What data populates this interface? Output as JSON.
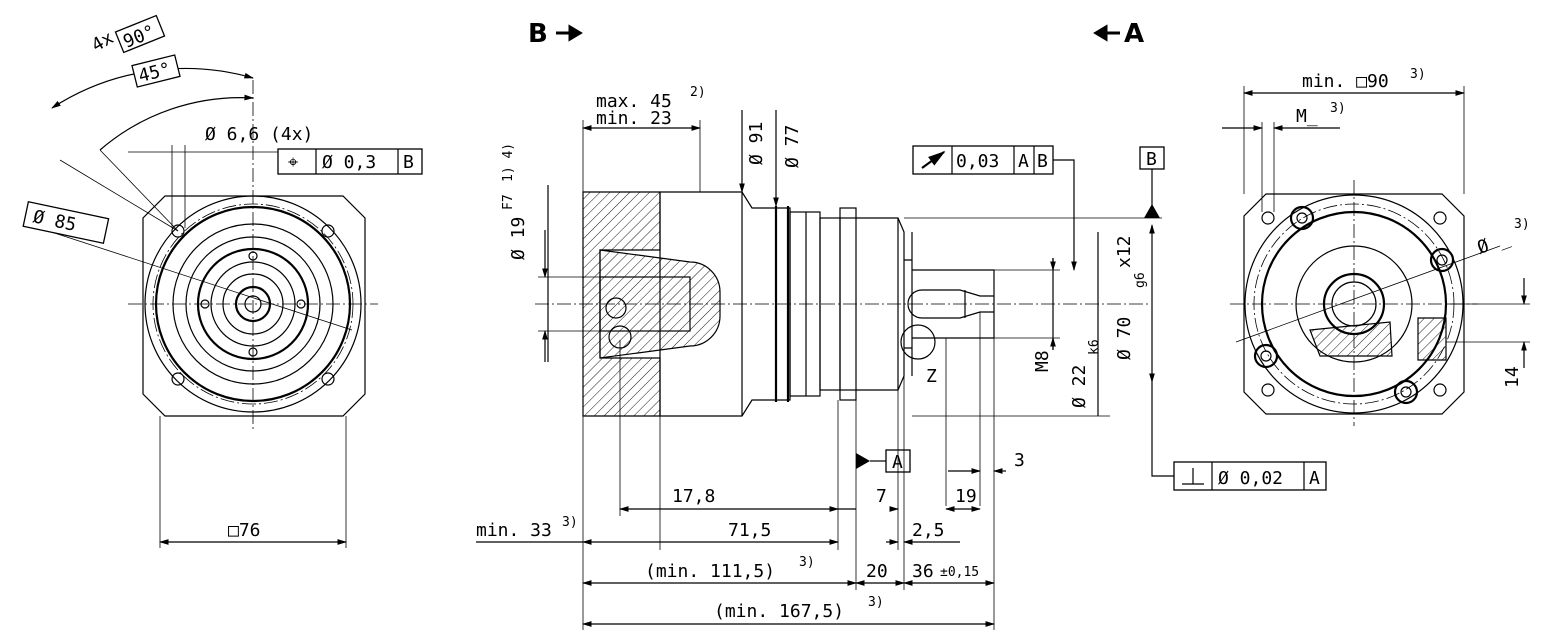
{
  "view_labels": {
    "b": "B",
    "a": "A",
    "z": "Z"
  },
  "left_view": {
    "angle_count": "4x",
    "angle_90": "90°",
    "angle_45": "45°",
    "hole_dia": "Ø 6,6 (4x)",
    "position_tolerance": {
      "symbol": "⌖",
      "value": "Ø 0,3",
      "datum": "B"
    },
    "bolt_circle": "Ø 85",
    "square": "□76"
  },
  "side_view": {
    "max_depth": "max. 45",
    "max_depth_note": "2)",
    "min_depth": "min. 23",
    "dia_91": "Ø 91",
    "dia_77": "Ø 77",
    "bore": "Ø 19",
    "bore_fit": "F7",
    "bore_note": "1) 4)",
    "runout": {
      "value": "0,03",
      "datum1": "A",
      "datum2": "B"
    },
    "datum_b": "B",
    "datum_a": "A",
    "pilot": "Ø 70",
    "pilot_fit": "g6",
    "pilot_len": "x12",
    "shaft": "Ø 22",
    "shaft_fit": "k6",
    "thread": "M8",
    "perpendicularity": {
      "value": "Ø 0,02",
      "datum": "A"
    },
    "dims": {
      "d3": "3",
      "d17_8": "17,8",
      "d7": "7",
      "d19": "19",
      "d2_5": "2,5",
      "d71_5": "71,5",
      "min33": "min. 33",
      "min33_note": "3)",
      "min111": "(min. 111,5)",
      "min111_note": "3)",
      "d20": "20",
      "d36": "36",
      "d36_tol": "±0,15",
      "min167": "(min. 167,5)",
      "min167_note": "3)"
    }
  },
  "right_view": {
    "min_square": "min. □90",
    "min_square_note": "3)",
    "thread_m": "M_",
    "thread_note": "3)",
    "dia": "Ø _",
    "dia_note": "3)",
    "dim14": "14"
  }
}
